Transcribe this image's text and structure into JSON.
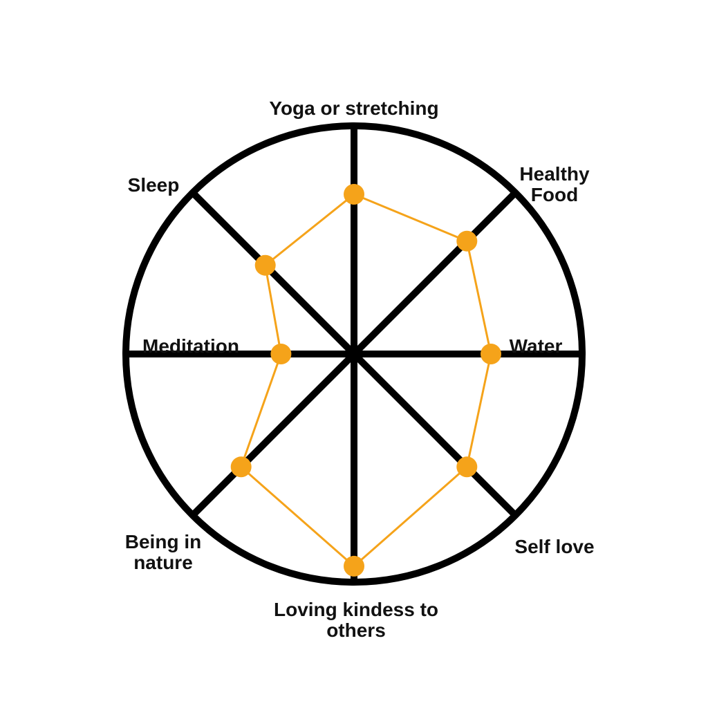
{
  "chart_data": {
    "type": "radar",
    "scale_max": 10,
    "colors": {
      "frame": "#000000",
      "series": "#f5a31a",
      "text": "#111111"
    },
    "categories": [
      {
        "lines": [
          "Yoga or stretching"
        ],
        "value": 7
      },
      {
        "lines": [
          "Healthy",
          "Food"
        ],
        "value": 7
      },
      {
        "lines": [
          "Water"
        ],
        "value": 6
      },
      {
        "lines": [
          "Self love"
        ],
        "value": 7
      },
      {
        "lines": [
          "Loving kindess to",
          "others"
        ],
        "value": 9.3
      },
      {
        "lines": [
          "Being in",
          "nature"
        ],
        "value": 7
      },
      {
        "lines": [
          "Meditation"
        ],
        "value": 3.2
      },
      {
        "lines": [
          "Sleep"
        ],
        "value": 5.5
      }
    ]
  }
}
